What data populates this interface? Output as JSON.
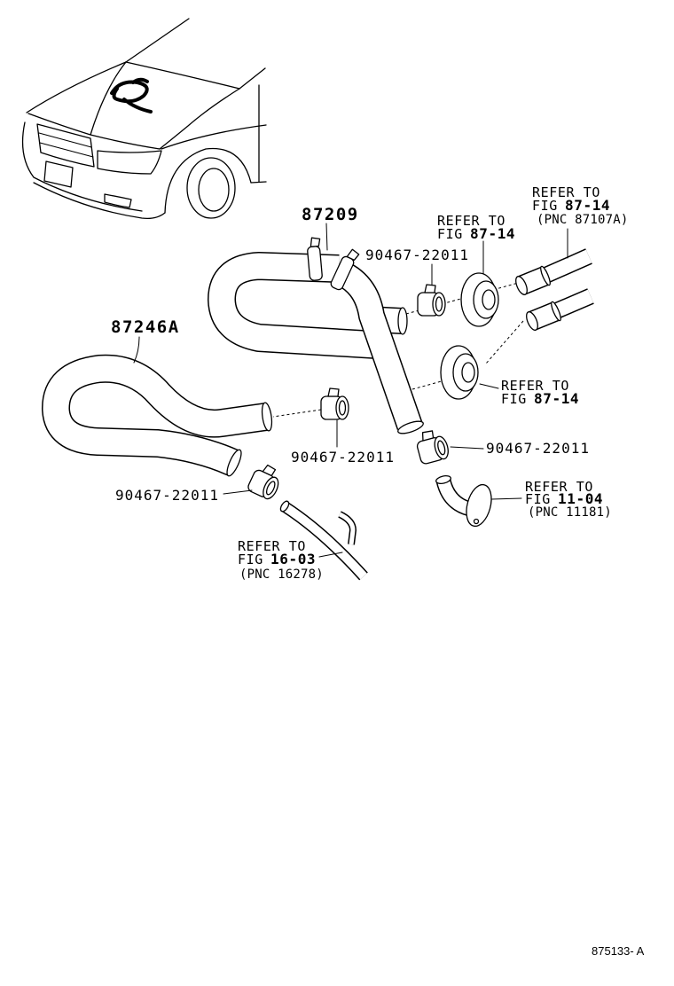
{
  "callouts": {
    "hose_upper": "87209",
    "hose_lower": "87246A",
    "clamp_upper": "90467-22011",
    "clamp_center": "90467-22011",
    "clamp_right": "90467-22011",
    "clamp_left": "90467-22011"
  },
  "references": {
    "pipes": {
      "refer": "REFER TO",
      "fig": "FIG",
      "fig_no": "87-14",
      "pnc": "(PNC 87107A)"
    },
    "grommet_upper": {
      "refer": "REFER TO",
      "fig": "FIG",
      "fig_no": "87-14"
    },
    "grommet_lower": {
      "refer": "REFER TO",
      "fig": "FIG",
      "fig_no": "87-14"
    },
    "outlet": {
      "refer": "REFER TO",
      "fig": "FIG",
      "fig_no": "11-04",
      "pnc": "(PNC 11181)"
    },
    "pipe_lower": {
      "refer": "REFER TO",
      "fig": "FIG",
      "fig_no": "16-03",
      "pnc": "(PNC 16278)"
    }
  },
  "illustration_code": "875133- A",
  "colors": {
    "ink": "#000000",
    "paper": "#ffffff"
  }
}
